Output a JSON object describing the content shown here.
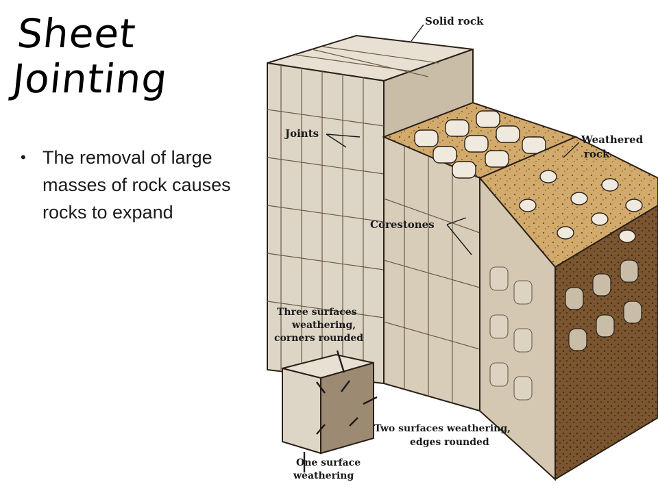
{
  "title": {
    "line1": "Sheet",
    "line2": "Jointing"
  },
  "bullets": [
    "The removal of large masses of rock causes rocks to expand"
  ],
  "diagram": {
    "labels": {
      "solid_rock": "Solid rock",
      "joints": "Joints",
      "weathered_rock_line1": "Weathered",
      "weathered_rock_line2": "rock",
      "corestones": "Corestones",
      "three_surfaces_line1": "Three surfaces",
      "three_surfaces_line2": "weathering,",
      "three_surfaces_line3": "corners rounded",
      "two_surfaces_line1": "Two surfaces weathering,",
      "two_surfaces_line2": "edges rounded",
      "one_surface_line1": "One surface",
      "one_surface_line2": "weathering"
    },
    "colors": {
      "rock_light": "#e4ddd0",
      "rock_mid": "#cfc4b0",
      "rock_dark": "#8c7a63",
      "weathered": "#cfa86a",
      "soil_dark": "#6b4a2a",
      "ink": "#2a2017"
    }
  }
}
